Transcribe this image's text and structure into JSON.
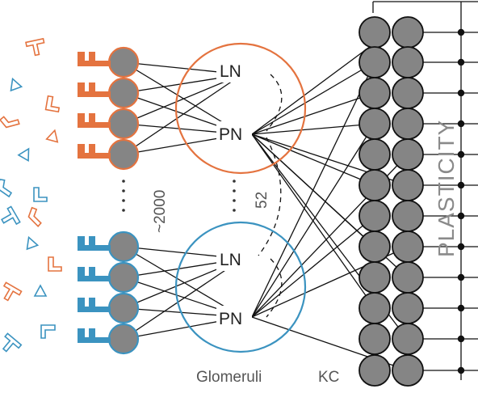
{
  "labels": {
    "ln": "LN",
    "pn": "PN",
    "receptor_count": "~2000",
    "glomeruli_count": "52",
    "glomeruli": "Glomeruli",
    "kc": "KC",
    "plasticity": "PLASTICITY"
  },
  "colors": {
    "orange": "#e4733f",
    "blue": "#3b93c0",
    "neuron_fill": "#858585",
    "line": "#111111"
  },
  "icons": [
    "odor-molecule-icon",
    "receptor-icon",
    "neuron-icon",
    "synapse-dot-icon"
  ]
}
